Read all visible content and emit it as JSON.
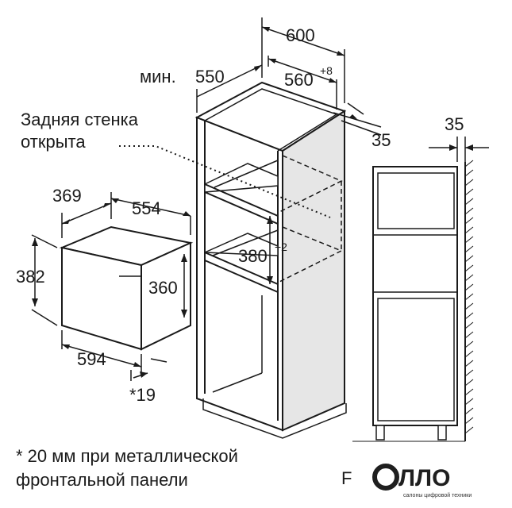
{
  "colors": {
    "line": "#1a1a1a",
    "background": "#ffffff",
    "cabinet_shade": "#cfcfcf",
    "logo_dark": "#1f1f1f"
  },
  "dimensions": {
    "cabinet_width": "600",
    "cabinet_depth_min_prefix": "мин.",
    "cabinet_depth_min": "550",
    "niche_depth": "560",
    "niche_depth_tolerance": "+8",
    "side_gap": "35",
    "niche_height": "380",
    "niche_height_tolerance": "+2",
    "wall_gap": "35",
    "appliance_depth": "369",
    "appliance_inner_depth": "554",
    "appliance_height": "382",
    "appliance_inner_height": "360",
    "appliance_width": "594",
    "front_offset": "*19"
  },
  "labels": {
    "rear_wall_line1": "Задняя стенка",
    "rear_wall_line2": "открыта"
  },
  "footnote": {
    "line1": "* 20 мм при металлической",
    "line2": "фронтальной панели"
  },
  "corner_letter": "F",
  "logo": {
    "name": "ОЛЛО",
    "tagline": "салоны цифровой техники"
  }
}
